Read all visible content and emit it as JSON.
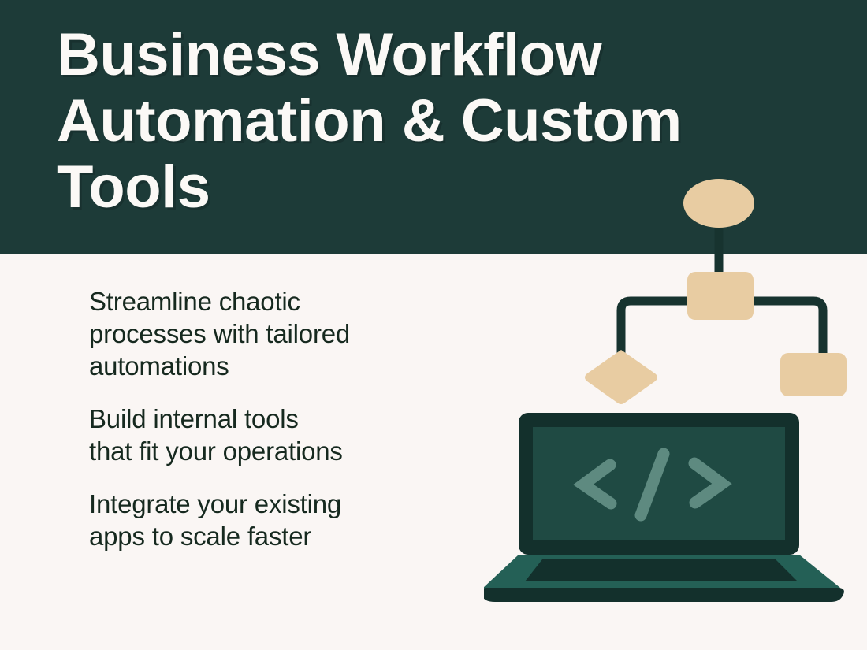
{
  "poster": {
    "headline": "Business Workflow\nAutomation & Custom\nTools",
    "bullets": [
      "Streamline chaotic\nprocesses with tailored\nautomations",
      "Build internal tools\nthat fit your operations",
      "Integrate your existing\napps to scale faster"
    ]
  },
  "illustrations": {
    "flowchart": {
      "name": "workflow-flowchart",
      "nodes": [
        {
          "shape": "ellipse",
          "name": "flowchart-start-node"
        },
        {
          "shape": "rectangle",
          "name": "flowchart-process-node"
        },
        {
          "shape": "diamond",
          "name": "flowchart-decision-node"
        },
        {
          "shape": "rectangle",
          "name": "flowchart-end-node"
        }
      ],
      "connectors": [
        {
          "name": "connector-start-to-process"
        },
        {
          "name": "connector-process-to-decision"
        },
        {
          "name": "connector-process-to-end"
        }
      ]
    },
    "laptop": {
      "name": "laptop-illustration",
      "screen_glyph": "</>"
    }
  },
  "colors": {
    "hero_background": "#1D3B38",
    "page_background": "#FAF6F4",
    "headline_text": "#FBF9F6",
    "body_text": "#16291F",
    "accent_tan": "#E8CCA2",
    "connector_stroke": "#17332F",
    "laptop_body": "#246056",
    "laptop_screen": "#1F4A43",
    "laptop_dark": "#13302C",
    "code_glyph": "#5E8A80"
  }
}
